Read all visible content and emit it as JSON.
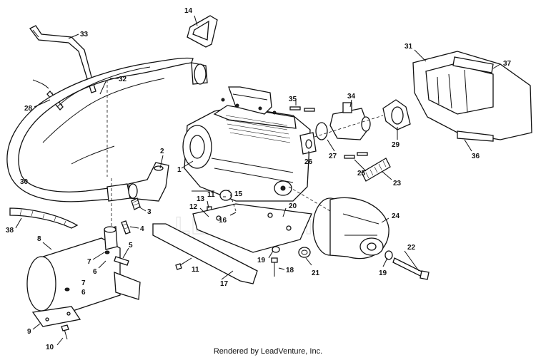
{
  "watermark": "LEADVENTURE",
  "footer": "Rendered by LeadVenture, Inc.",
  "callouts": [
    "1",
    "2",
    "3",
    "4",
    "5",
    "6",
    "7",
    "7",
    "6",
    "8",
    "9",
    "10",
    "11",
    "11",
    "12",
    "13",
    "14",
    "15",
    "16",
    "17",
    "18",
    "19",
    "19",
    "20",
    "21",
    "22",
    "23",
    "24",
    "25",
    "26",
    "27",
    "28",
    "29",
    "30",
    "31",
    "32",
    "33",
    "34",
    "35",
    "36",
    "37",
    "38"
  ]
}
